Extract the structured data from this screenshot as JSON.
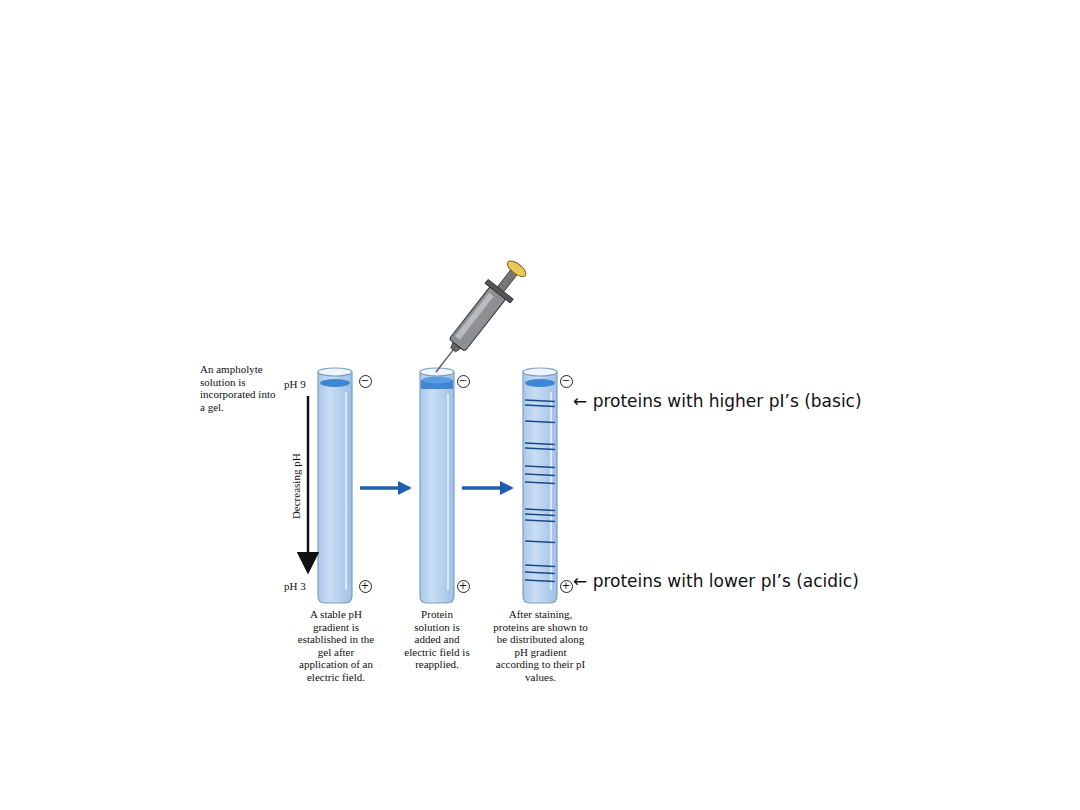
{
  "diagram": {
    "nodes": [
      {
        "text": [
          "−"
        ]
      },
      {
        "text": [
          "+"
        ]
      },
      {
        "text": [
          "−"
        ]
      },
      {
        "text": [
          "+"
        ]
      },
      {
        "text": [
          "−"
        ]
      },
      {
        "text": [
          "+"
        ]
      }
    ],
    "labels": [
      "An ampholyte solution is incorporated into a gel.",
      "pH 9",
      "Decreasing pH",
      "pH 3",
      "A stable pH gradient is established in the gel after application of an electric field.",
      "Protein solution is added and electric field is reapplied.",
      "After staining, proteins are shown to be distributed along pH gradient according to their pI values.",
      "← proteins with higher pI’s (basic)",
      "← proteins with lower pI’s (acidic)"
    ]
  }
}
